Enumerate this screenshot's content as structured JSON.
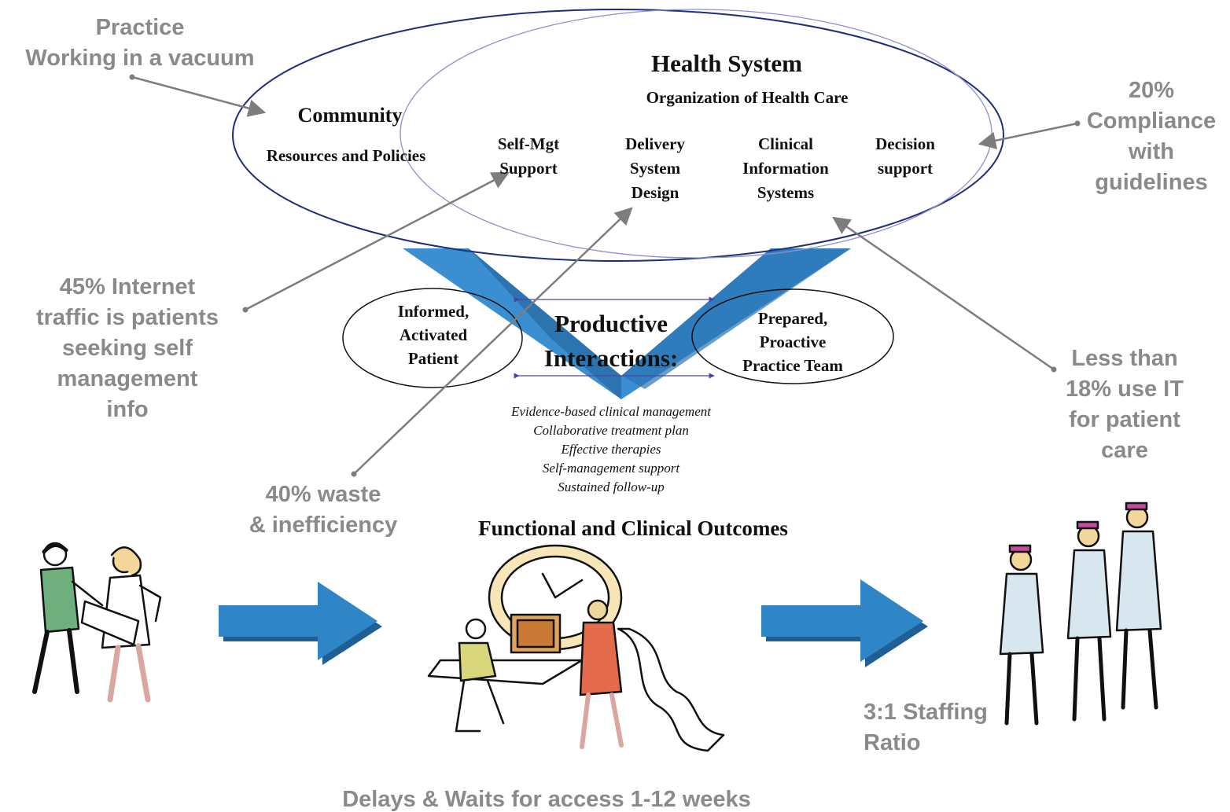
{
  "colors": {
    "annotation_gray": "#8a8a8a",
    "arrow_blue": "#2f86c6",
    "arrow_dark_blue": "#1f5f96",
    "ellipse_outline": "#1c2f7a",
    "pointer_gray": "#7d7d7d"
  },
  "annotations": {
    "practice_title": "Practice",
    "practice_sub": "Working in a vacuum",
    "compliance": [
      "20%",
      "Compliance",
      "with",
      "guidelines"
    ],
    "internet": [
      "45% Internet",
      "traffic is patients",
      "seeking self",
      "management",
      "info"
    ],
    "waste": [
      "40% waste",
      "& inefficiency"
    ],
    "it_use": [
      "Less than",
      "18% use IT",
      "for patient",
      "care"
    ],
    "staffing": [
      "3:1 Staffing",
      "Ratio"
    ],
    "delays": "Delays & Waits for access 1-12 weeks"
  },
  "model": {
    "health_system": "Health System",
    "organization": "Organization of Health Care",
    "community": "Community",
    "resources": "Resources and Policies",
    "self_mgt": [
      "Self-Mgt",
      "Support"
    ],
    "delivery": [
      "Delivery",
      "System",
      "Design"
    ],
    "clinical_info": [
      "Clinical",
      "Information",
      "Systems"
    ],
    "decision": [
      "Decision",
      "support"
    ],
    "patient": [
      "Informed,",
      "Activated",
      "Patient"
    ],
    "productive": [
      "Productive",
      "Interactions:"
    ],
    "team": [
      "Prepared,",
      "Proactive",
      "Practice Team"
    ],
    "interaction_items": [
      "Evidence-based clinical management",
      "Collaborative treatment plan",
      "Effective therapies",
      "Self-management support",
      "Sustained follow-up"
    ],
    "outcomes": "Functional and Clinical Outcomes"
  },
  "icons": [
    "two-workers-clipart-icon",
    "office-worker-clock-clipart-icon",
    "nurses-group-clipart-icon",
    "right-arrow-icon"
  ]
}
